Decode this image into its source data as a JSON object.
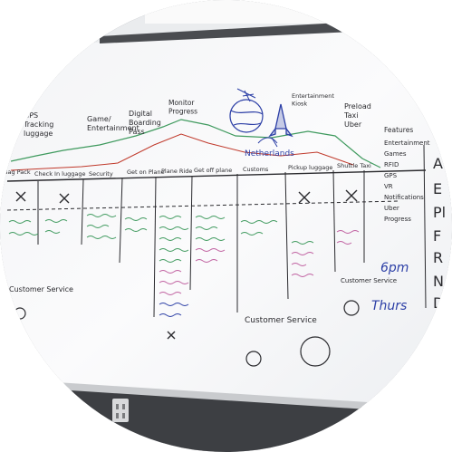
{
  "ink": {
    "black": "#2a2a2e",
    "blue": "#2c3fa6",
    "green": "#3f9a5e",
    "red": "#c0392b",
    "pink": "#c060a0"
  },
  "board": {
    "top_labels": [
      {
        "id": "gps",
        "lines": [
          "GPS",
          "Tracking",
          "luggage"
        ]
      },
      {
        "id": "game",
        "lines": [
          "Game/",
          "Entertainment"
        ]
      },
      {
        "id": "digital-pass",
        "lines": [
          "Digital",
          "Boarding",
          "Pass"
        ]
      },
      {
        "id": "monitor",
        "lines": [
          "Monitor",
          "Progress"
        ]
      },
      {
        "id": "entertainment",
        "lines": [
          "Entertainment",
          "Kiosk"
        ]
      },
      {
        "id": "preload",
        "lines": [
          "Preload",
          "Taxi",
          "Uber"
        ]
      },
      {
        "id": "netherlands",
        "lines": [
          "Netherlands"
        ]
      }
    ],
    "stages": [
      {
        "id": "bag-pack",
        "label": "Bag Pack"
      },
      {
        "id": "check-in",
        "label": "Check In luggage"
      },
      {
        "id": "security",
        "label": "Security"
      },
      {
        "id": "get-on-plane",
        "label": "Get on Plane"
      },
      {
        "id": "plane-ride",
        "label": "Plane Ride"
      },
      {
        "id": "get-off-plane",
        "label": "Get off plane"
      },
      {
        "id": "customs",
        "label": "Customs"
      },
      {
        "id": "pickup-luggage",
        "label": "Pickup luggage"
      },
      {
        "id": "shuttle-taxi",
        "label": "Shuttle Taxi"
      }
    ],
    "features": {
      "title": "Features",
      "items": [
        "Entertainment",
        "Games",
        "RFID",
        "GPS",
        "VR",
        "Notifications",
        "Uber",
        "Progress"
      ]
    },
    "notes": {
      "customer_service_left": "Customer Service",
      "customer_service_mid": "Customer Service",
      "customer_service_right": "Customer Service",
      "schedule": "6pm",
      "schedule_day": "Thurs",
      "edge_letters": [
        "A",
        "E",
        "Pl",
        "F",
        "R",
        "N",
        "D"
      ]
    }
  }
}
